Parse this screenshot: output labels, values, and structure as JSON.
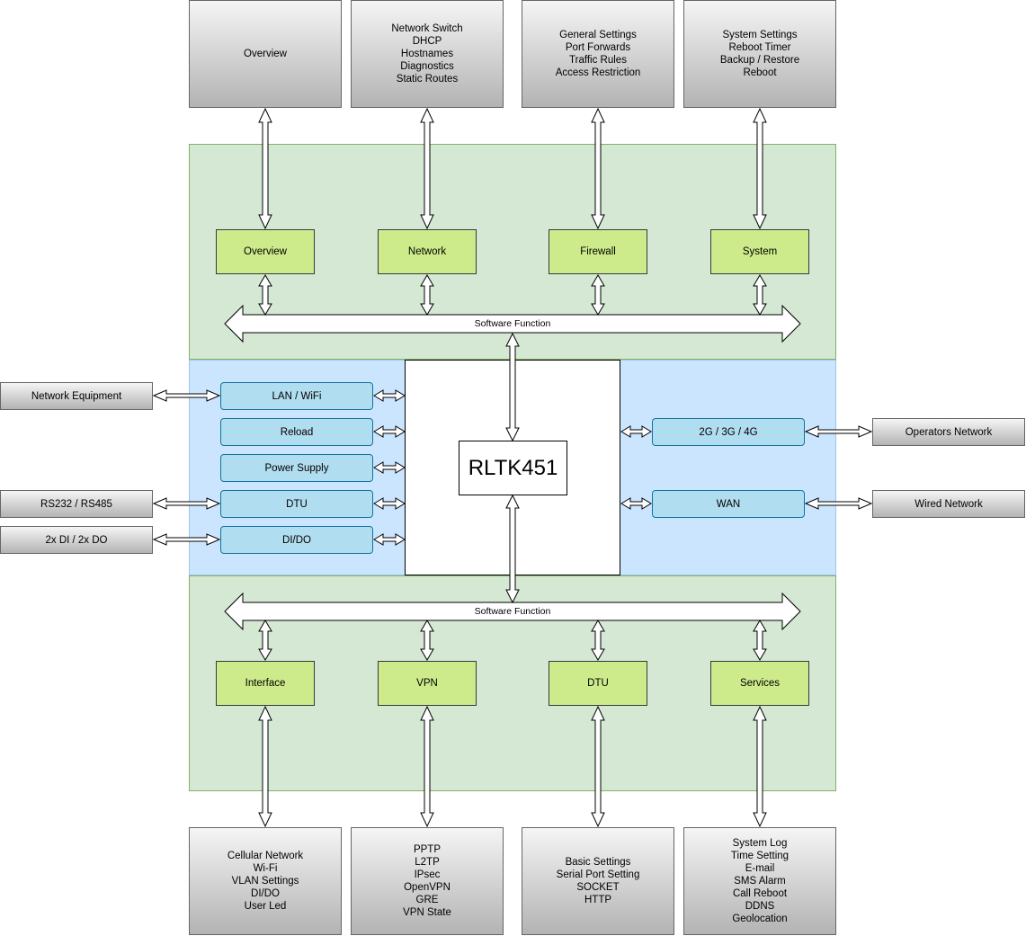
{
  "top_panels": [
    {
      "lines": [
        "Overview"
      ]
    },
    {
      "lines": [
        "Network Switch",
        "DHCP",
        "Hostnames",
        "Diagnostics",
        "Static Routes"
      ]
    },
    {
      "lines": [
        "General Settings",
        "Port Forwards",
        "Traffic Rules",
        "Access Restriction"
      ]
    },
    {
      "lines": [
        "System Settings",
        "Reboot Timer",
        "Backup / Restore",
        "Reboot"
      ]
    }
  ],
  "top_modules": [
    "Overview",
    "Network",
    "Firewall",
    "System"
  ],
  "bus_top_label": "Software Function",
  "bus_bottom_label": "Software Function",
  "core_label": "RLTK451",
  "left_ports": [
    "LAN / WiFi",
    "Reload",
    "Power Supply",
    "DTU",
    "DI/DO"
  ],
  "right_ports": [
    "2G / 3G / 4G",
    "WAN"
  ],
  "external_left": [
    "Network Equipment",
    "RS232 / RS485",
    "2x DI / 2x DO"
  ],
  "external_right": [
    "Operators Network",
    "Wired Network"
  ],
  "bottom_modules": [
    "Interface",
    "VPN",
    "DTU",
    "Services"
  ],
  "bottom_panels": [
    {
      "lines": [
        "Cellular Network",
        "Wi-Fi",
        "VLAN Settings",
        "DI/DO",
        "User Led"
      ]
    },
    {
      "lines": [
        "PPTP",
        "L2TP",
        "IPsec",
        "OpenVPN",
        "GRE",
        "VPN State"
      ]
    },
    {
      "lines": [
        "Basic Settings",
        "Serial Port Setting",
        "SOCKET",
        "HTTP"
      ]
    },
    {
      "lines": [
        "System Log",
        "Time Setting",
        "E-mail",
        "SMS Alarm",
        "Call Reboot",
        "DDNS",
        "Geolocation"
      ]
    }
  ]
}
